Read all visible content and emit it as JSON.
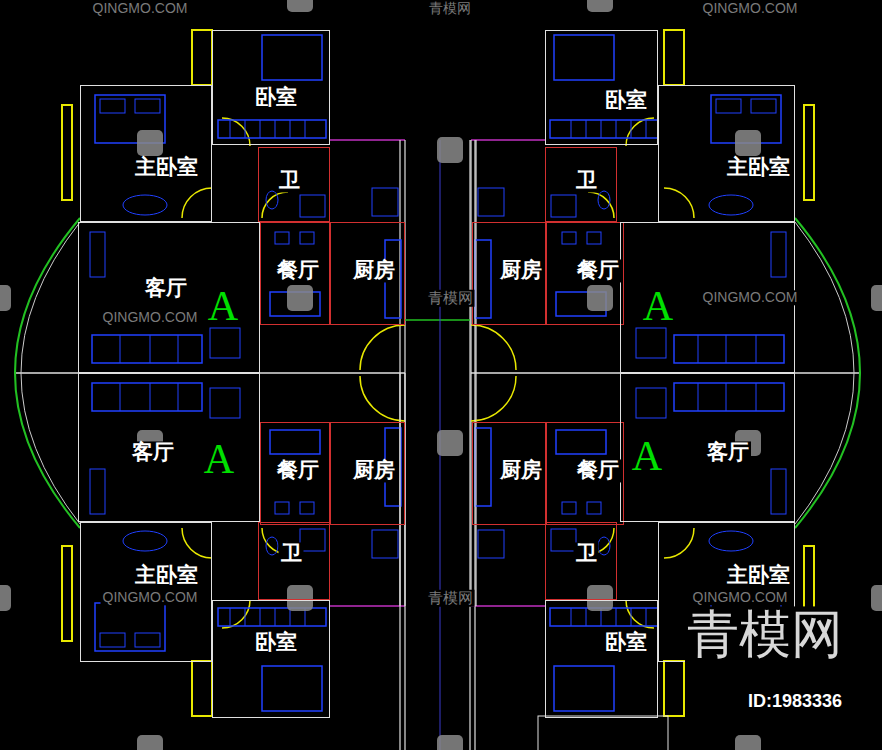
{
  "diagram": {
    "nodes": [
      {
        "text": [
          "卧室"
        ]
      },
      {
        "text": [
          "主卧室"
        ]
      },
      {
        "text": [
          "卫"
        ]
      },
      {
        "text": [
          "客厅",
          "A"
        ]
      },
      {
        "text": [
          "餐厅"
        ]
      },
      {
        "text": [
          "厨房"
        ]
      },
      {
        "text": [
          "卧室"
        ]
      },
      {
        "text": [
          "主卧室"
        ]
      },
      {
        "text": [
          "卫"
        ]
      },
      {
        "text": [
          "厨房"
        ]
      },
      {
        "text": [
          "餐厅"
        ]
      },
      {
        "text": [
          "A"
        ]
      },
      {
        "text": [
          "客厅",
          "A"
        ]
      },
      {
        "text": [
          "餐厅"
        ]
      },
      {
        "text": [
          "厨房"
        ]
      },
      {
        "text": [
          "主卧室"
        ]
      },
      {
        "text": [
          "卫"
        ]
      },
      {
        "text": [
          "卧室"
        ]
      },
      {
        "text": [
          "厨房"
        ]
      },
      {
        "text": [
          "餐厅"
        ]
      },
      {
        "text": [
          "A",
          "客厅"
        ]
      },
      {
        "text": [
          "主卧室"
        ]
      },
      {
        "text": [
          "卫"
        ]
      },
      {
        "text": [
          "卧室"
        ]
      }
    ],
    "labels": [
      "QINGMO.COM",
      "青模网",
      "QINGMO.COM",
      "QINGMO.COM",
      "青模网",
      "QINGMO.COM",
      "QINGMO.COM",
      "青模网",
      "QINGMO.COM",
      "青模网",
      "ID:1983336"
    ]
  }
}
